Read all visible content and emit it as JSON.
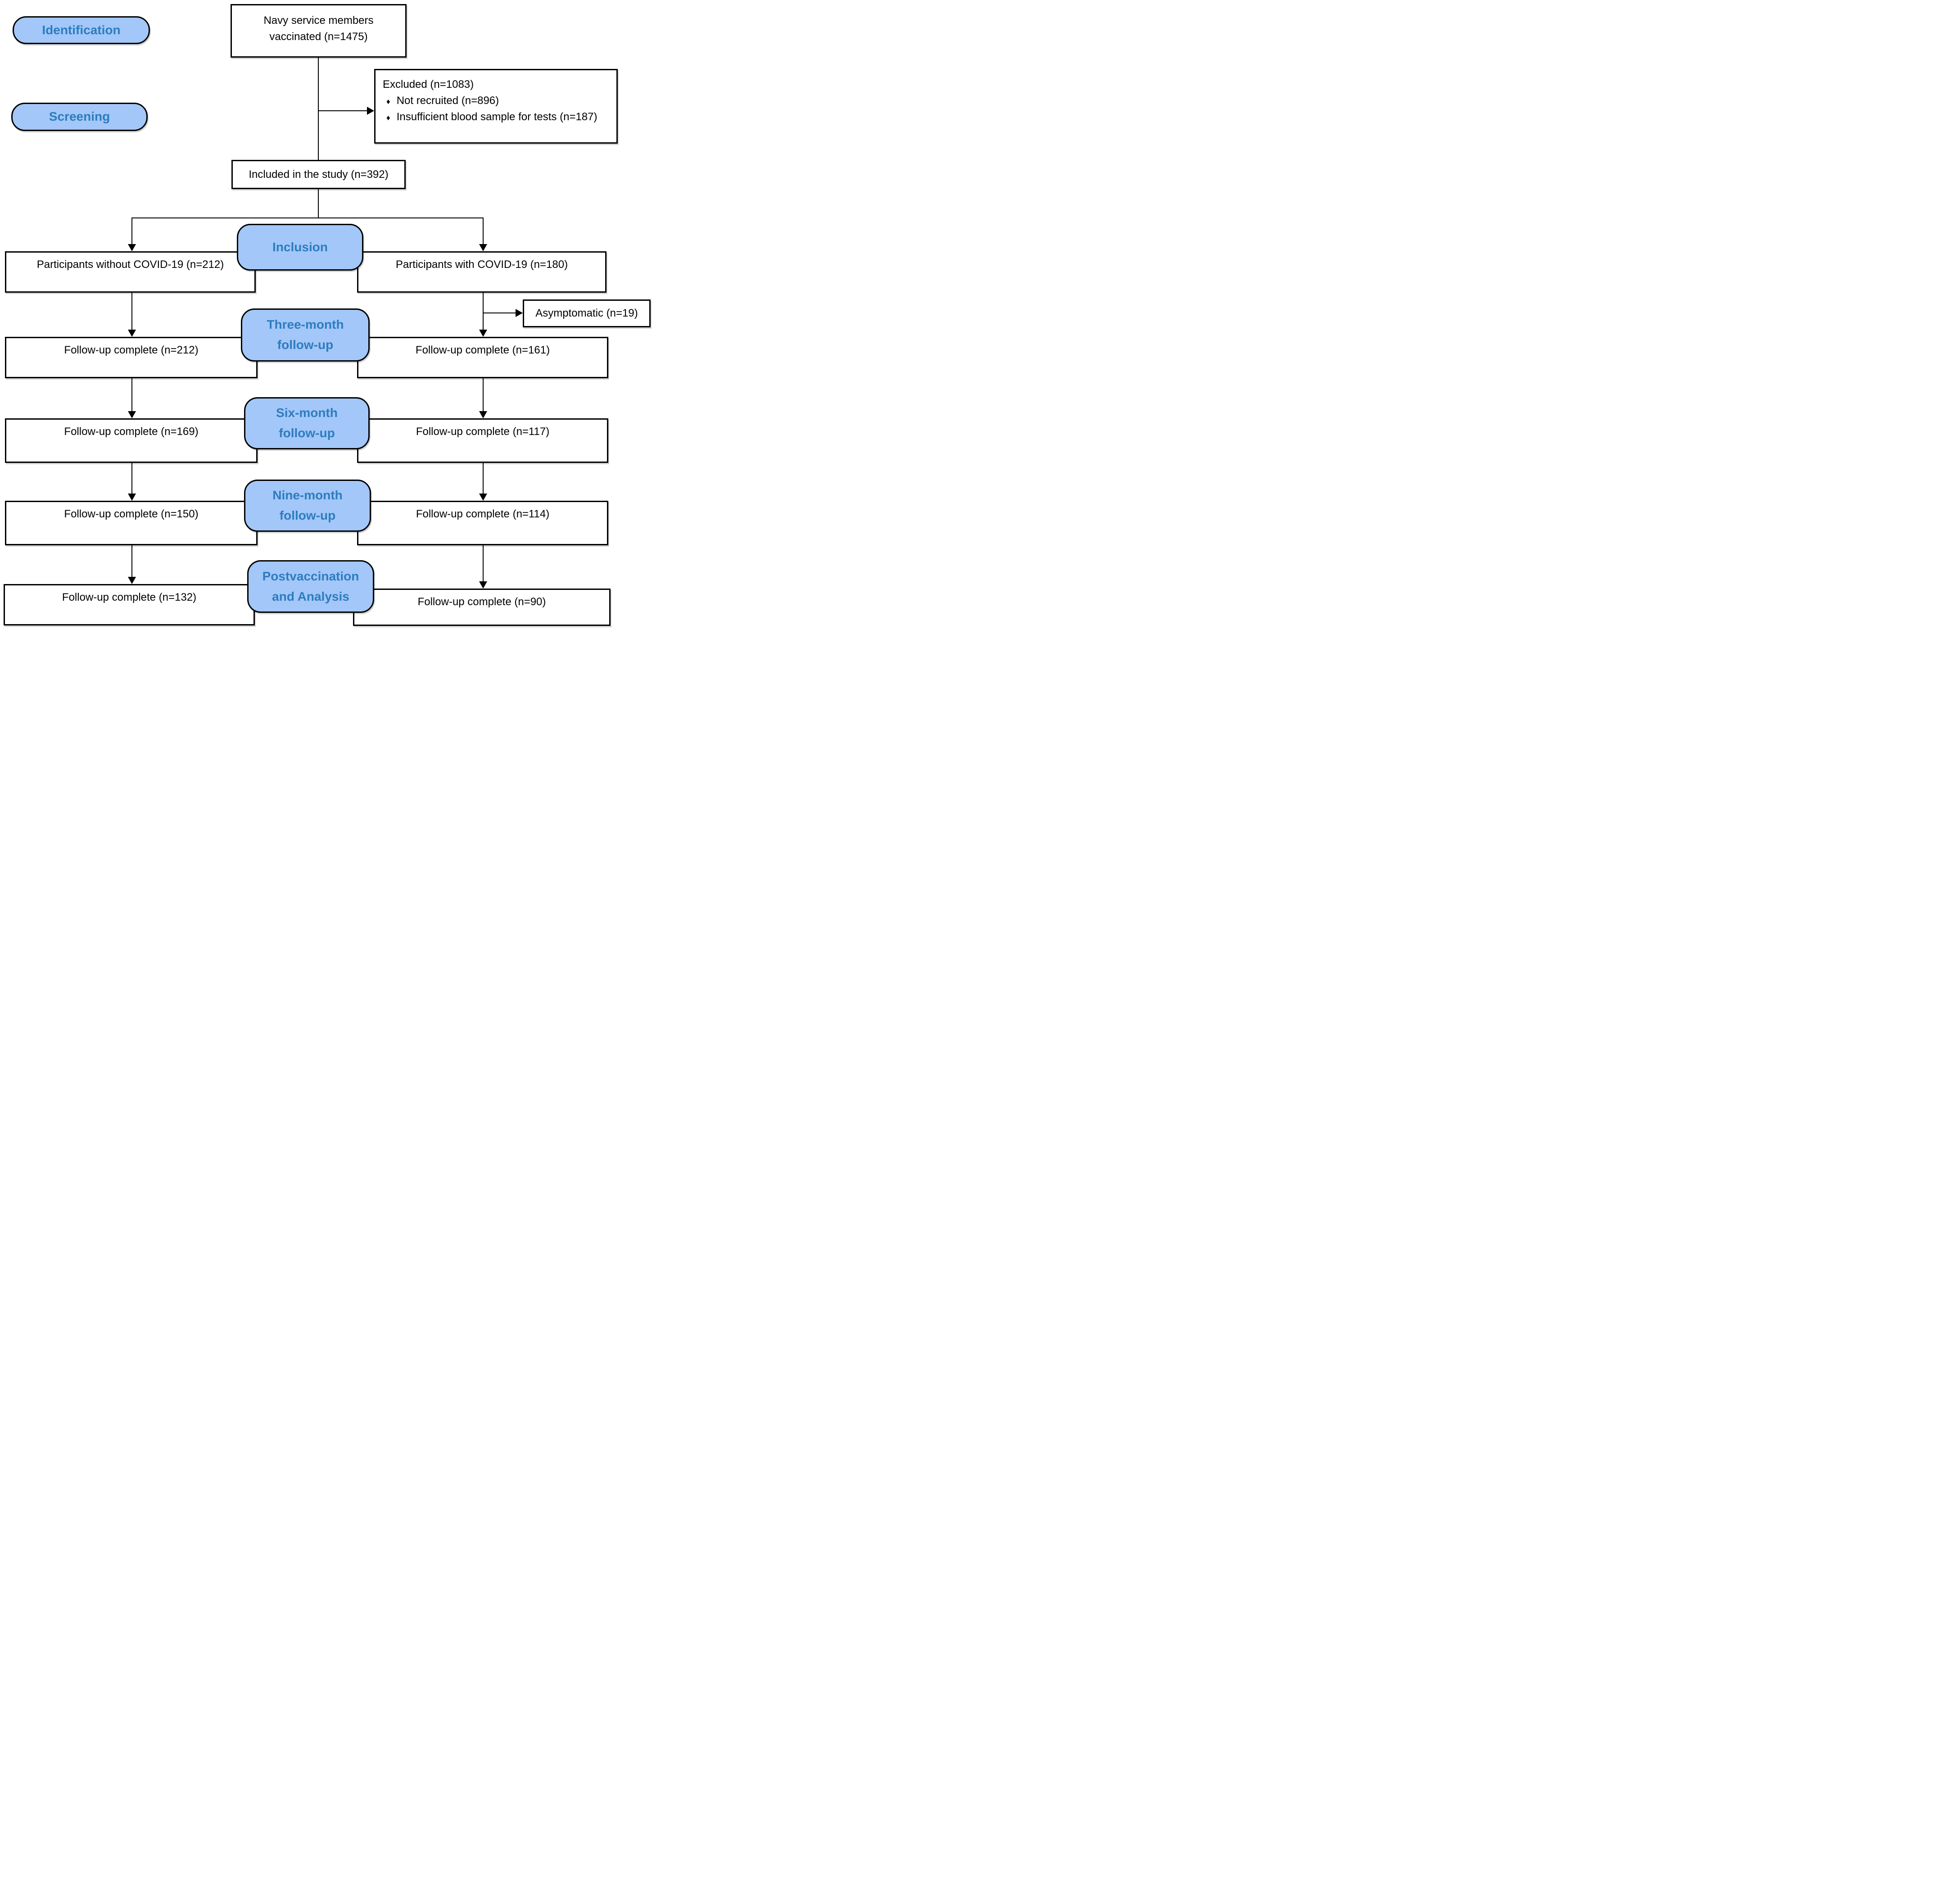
{
  "colors": {
    "pill_fill": "#A2C7F8",
    "pill_text": "#2E7CBF",
    "box_border": "#000000",
    "box_fill": "#FFFFFF",
    "connector": "#000000"
  },
  "flow": {
    "top_box": {
      "line1": "Navy service members",
      "line2": "vaccinated (n=1475)"
    },
    "stage_labels": {
      "identification": "Identification",
      "screening": "Screening",
      "inclusion": "Inclusion",
      "three_month": {
        "line1": "Three-month",
        "line2": "follow-up"
      },
      "six_month": {
        "line1": "Six-month",
        "line2": "follow-up"
      },
      "nine_month": {
        "line1": "Nine-month",
        "line2": "follow-up"
      },
      "postvaccination": {
        "line1": "Postvaccination",
        "line2": "and Analysis"
      }
    },
    "excluded": {
      "title": "Excluded (n=1083)",
      "bullet_glyph": "♦",
      "items": [
        "Not recruited (n=896)",
        "Insufficient blood sample for tests (n=187)"
      ]
    },
    "included": "Included in the study (n=392)",
    "participants_without": "Participants without COVID-19 (n=212)",
    "participants_with": "Participants with COVID-19 (n=180)",
    "asymptomatic": "Asymptomatic (n=19)",
    "followup": {
      "three_left": "Follow-up complete (n=212)",
      "three_right": "Follow-up complete (n=161)",
      "six_left": "Follow-up complete (n=169)",
      "six_right": "Follow-up complete (n=117)",
      "nine_left": "Follow-up complete (n=150)",
      "nine_right": "Follow-up complete (n=114)",
      "post_left": "Follow-up complete (n=132)",
      "post_right": "Follow-up complete (n=90)"
    }
  }
}
